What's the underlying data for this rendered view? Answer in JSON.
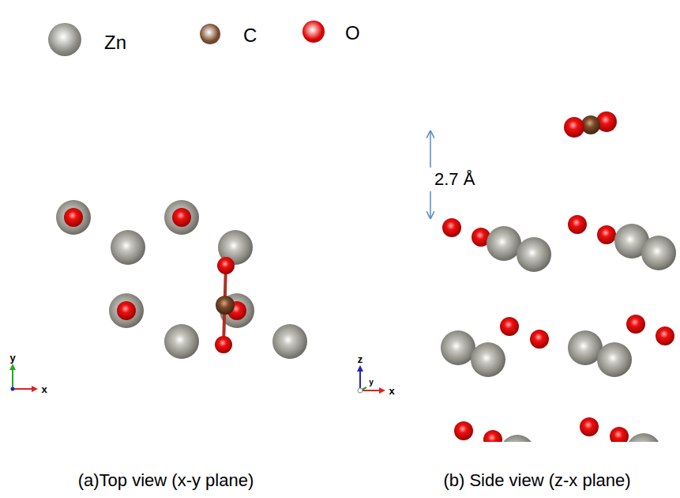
{
  "diagram": {
    "labels": [
      "2.7 Å",
      "(a)Top view (x-y plane)",
      "(b) Side view (z-x plane)",
      "y",
      "x",
      "z",
      "y",
      "x"
    ],
    "legend": [
      {
        "text": "Zn",
        "color": "#8c8c84"
      },
      {
        "text": "C",
        "color": "#7b4a2c"
      },
      {
        "text": "O",
        "color": "#e00000"
      }
    ]
  }
}
